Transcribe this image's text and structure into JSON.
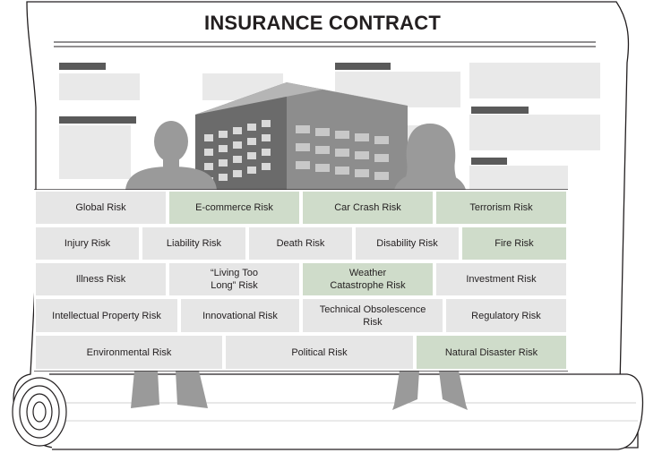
{
  "title": "INSURANCE CONTRACT",
  "colors": {
    "paper": "#ffffff",
    "outline": "#231f20",
    "placeholder_block": "#e9e9e9",
    "heading_bar": "#5a5a5a",
    "building_dark": "#6b6b6b",
    "silhouette": "#9a9a9a",
    "puzzle_gray": "#e6e6e6",
    "puzzle_green": "#cfdcca"
  },
  "risks": [
    {
      "label": "Global Risk",
      "highlight": false
    },
    {
      "label": "E-commerce Risk",
      "highlight": true
    },
    {
      "label": "Car Crash Risk",
      "highlight": true
    },
    {
      "label": "Terrorism Risk",
      "highlight": true
    },
    {
      "label": "Injury Risk",
      "highlight": false
    },
    {
      "label": "Liability Risk",
      "highlight": false
    },
    {
      "label": "Death Risk",
      "highlight": false
    },
    {
      "label": "Disability Risk",
      "highlight": false
    },
    {
      "label": "Fire Risk",
      "highlight": true
    },
    {
      "label": "Illness Risk",
      "highlight": false
    },
    {
      "label": "“Living Too Long” Risk",
      "highlight": false
    },
    {
      "label": "Weather Catastrophe Risk",
      "highlight": true
    },
    {
      "label": "Investment Risk",
      "highlight": false
    },
    {
      "label": "Intellectual Property Risk",
      "highlight": false
    },
    {
      "label": "Innovational Risk",
      "highlight": false
    },
    {
      "label": "Technical Obsolescence Risk",
      "highlight": false
    },
    {
      "label": "Regulatory Risk",
      "highlight": false
    },
    {
      "label": "Environmental Risk",
      "highlight": false
    },
    {
      "label": "Political Risk",
      "highlight": false
    },
    {
      "label": "Natural Disaster Risk",
      "highlight": true
    }
  ]
}
